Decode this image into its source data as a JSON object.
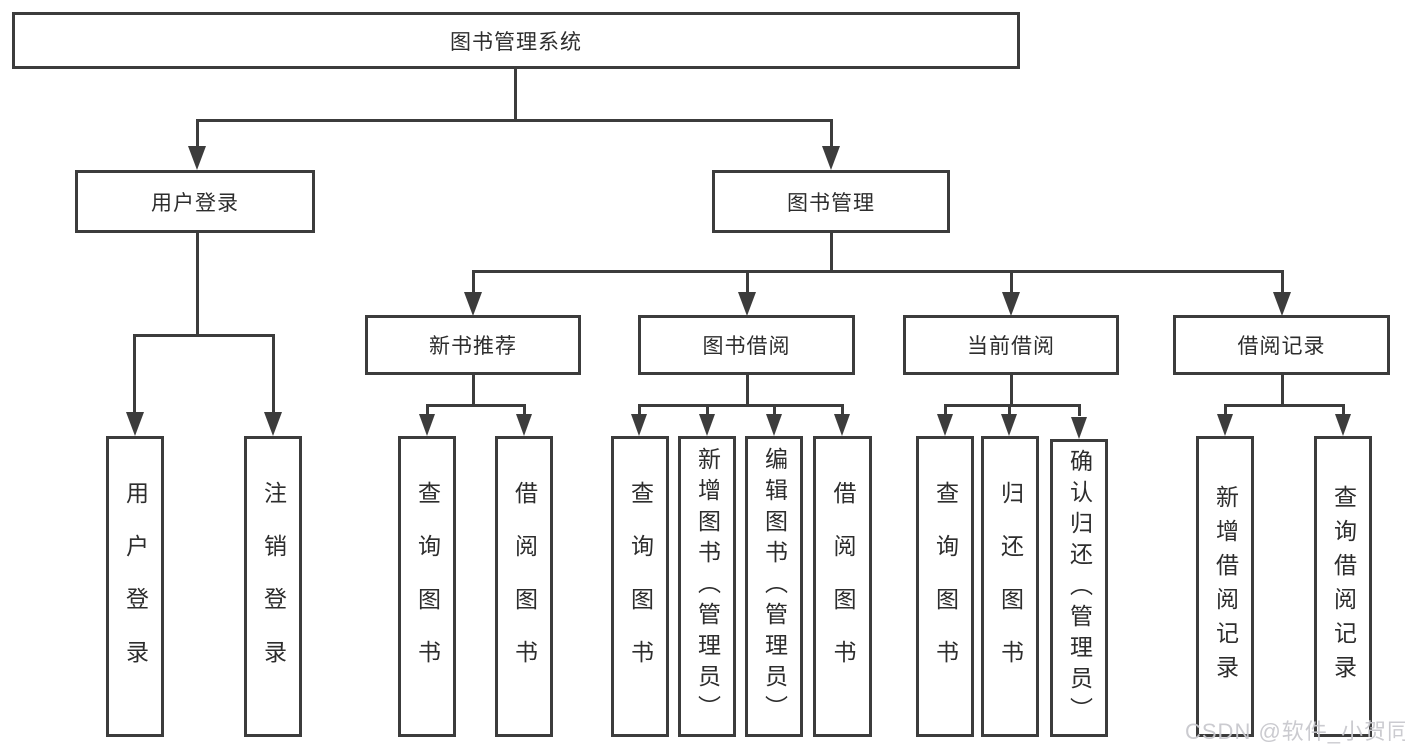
{
  "tree": {
    "root": {
      "label": "图书管理系统"
    },
    "login": {
      "label": "用户登录",
      "children": [
        "用户登录",
        "注销登录"
      ]
    },
    "mgmt": {
      "label": "图书管理",
      "groups": [
        {
          "label": "新书推荐",
          "children": [
            "查询图书",
            "借阅图书"
          ]
        },
        {
          "label": "图书借阅",
          "children": [
            "查询图书",
            "新增图书（管理员）",
            "编辑图书（管理员）",
            "借阅图书"
          ]
        },
        {
          "label": "当前借阅",
          "children": [
            "查询图书",
            "归还图书",
            "确认归还（管理员）"
          ]
        },
        {
          "label": "借阅记录",
          "children": [
            "新增借阅记录",
            "查询借阅记录"
          ]
        }
      ]
    }
  },
  "watermark": {
    "text": "CSDN @软件_小贺同学"
  },
  "colors": {
    "line": "#3c3c3c",
    "text": "#2d2d2d",
    "box-bg": "#ffffff",
    "background": "#ffffff",
    "watermark": "#c9c9ce"
  }
}
